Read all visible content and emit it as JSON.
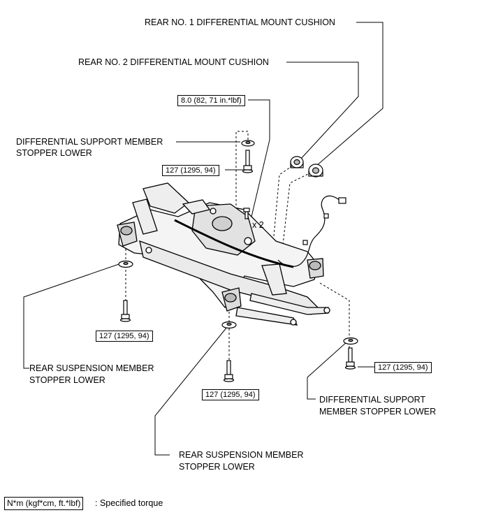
{
  "callouts": {
    "rear_no1_cushion": "REAR NO. 1 DIFFERENTIAL MOUNT CUSHION",
    "rear_no2_cushion": "REAR NO. 2 DIFFERENTIAL MOUNT CUSHION",
    "diff_support_lower_left_1": "DIFFERENTIAL SUPPORT MEMBER",
    "diff_support_lower_left_2": "STOPPER LOWER",
    "rear_susp_lower_left_1": "REAR SUSPENSION MEMBER",
    "rear_susp_lower_left_2": "STOPPER LOWER",
    "rear_susp_lower_center_1": "REAR SUSPENSION MEMBER",
    "rear_susp_lower_center_2": "STOPPER LOWER",
    "diff_support_lower_right_1": "DIFFERENTIAL SUPPORT",
    "diff_support_lower_right_2": "MEMBER STOPPER LOWER",
    "times_two": "x 2"
  },
  "torques": {
    "t_small": "8.0 (82, 71 in.*lbf)",
    "t_upper_bolt": "127 (1295, 94)",
    "t_left_bolt": "127 (1295, 94)",
    "t_center_bolt": "127 (1295, 94)",
    "t_right_bolt": "127 (1295, 94)"
  },
  "legend": {
    "unit_box": "N*m (kgf*cm, ft.*lbf)",
    "description": ": Specified torque"
  }
}
